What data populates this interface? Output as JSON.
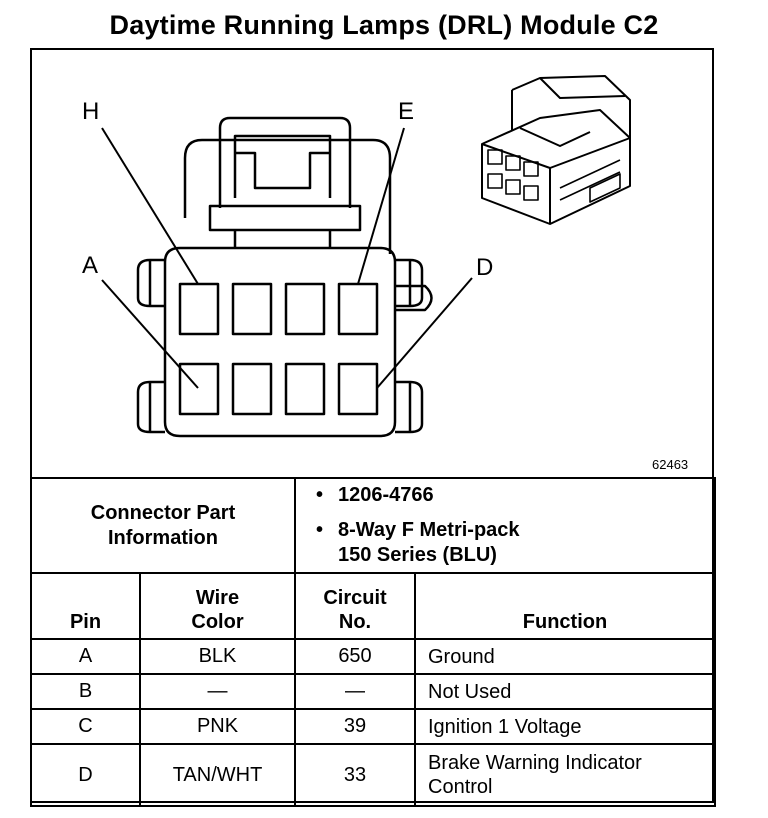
{
  "title": "Daytime Running Lamps (DRL) Module C2",
  "figure_number": "62463",
  "pin_labels": {
    "h": "H",
    "e": "E",
    "a": "A",
    "d": "D"
  },
  "connector_info": {
    "label_line1": "Connector Part",
    "label_line2": "Information",
    "bullet": "•",
    "part_number": "1206-4766",
    "desc_line1": "8-Way F Metri-pack",
    "desc_line2": "150 Series (BLU)"
  },
  "pin_table": {
    "headers": {
      "pin": "Pin",
      "wire_line1": "Wire",
      "wire_line2": "Color",
      "circuit_line1": "Circuit",
      "circuit_line2": "No.",
      "function": "Function"
    },
    "rows": [
      {
        "pin": "A",
        "wire": "BLK",
        "circuit": "650",
        "function": "Ground"
      },
      {
        "pin": "B",
        "wire": "—",
        "circuit": "—",
        "function": "Not Used"
      },
      {
        "pin": "C",
        "wire": "PNK",
        "circuit": "39",
        "function": "Ignition 1 Voltage"
      },
      {
        "pin": "D",
        "wire": "TAN/WHT",
        "circuit": "33",
        "function_line1": "Brake Warning Indicator",
        "function_line2": "Control"
      }
    ]
  }
}
